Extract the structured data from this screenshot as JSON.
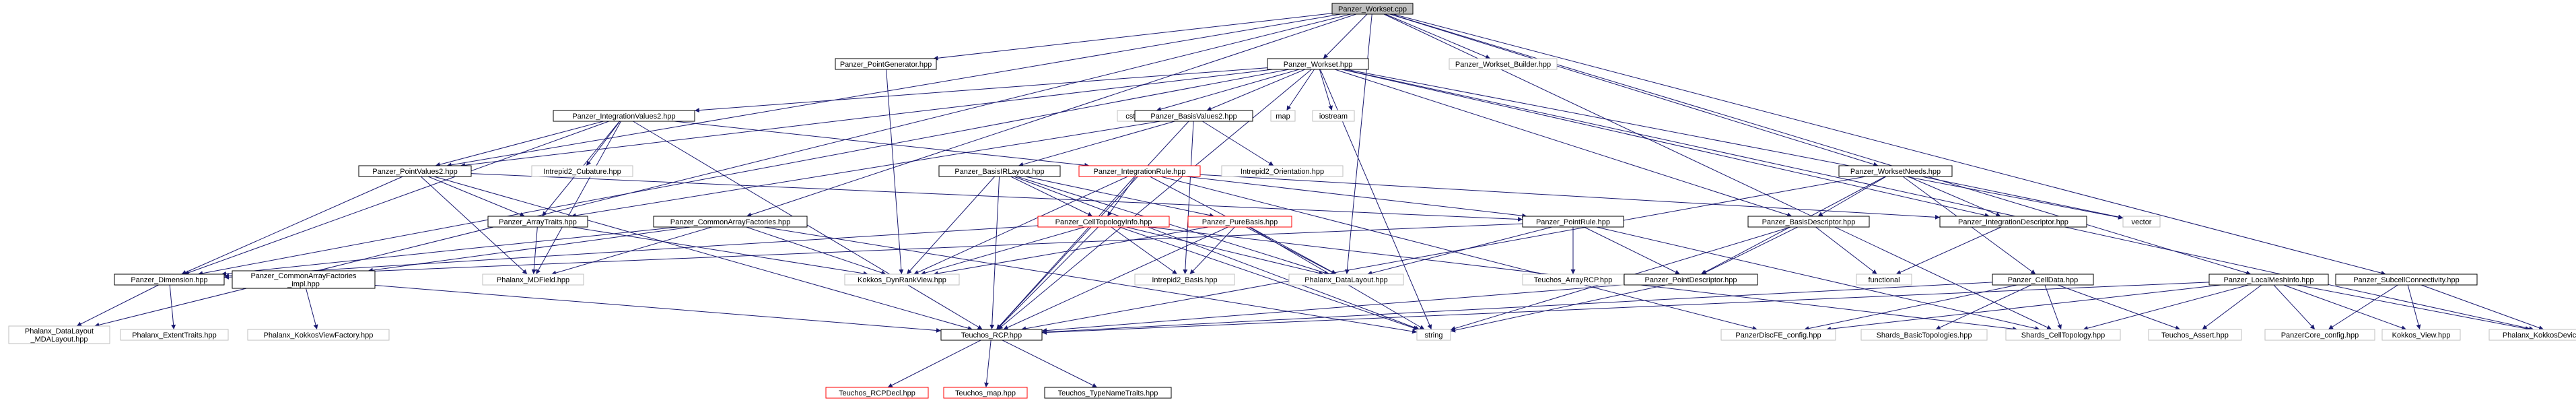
{
  "colors": {
    "root_fill": "#bfbfbf",
    "node_fill": "#ffffff",
    "node_border": "#000000",
    "ext_border": "#bfbfbf",
    "incomplete_border": "#ff0000",
    "edge": "#191970",
    "text": "#000000"
  },
  "nodes": [
    {
      "id": "root",
      "label": "Panzer_Workset.cpp",
      "kind": "root"
    },
    {
      "id": "pointgen",
      "label": "Panzer_PointGenerator.hpp",
      "kind": "node"
    },
    {
      "id": "wsbuilder",
      "label": "Panzer_Workset_Builder.hpp",
      "kind": "ext"
    },
    {
      "id": "workset",
      "label": "Panzer_Workset.hpp",
      "kind": "node"
    },
    {
      "id": "intvalues2",
      "label": "Panzer_IntegrationValues2.hpp",
      "kind": "node"
    },
    {
      "id": "cstddef",
      "label": "cstddef",
      "kind": "ext"
    },
    {
      "id": "basisvalues2",
      "label": "Panzer_BasisValues2.hpp",
      "kind": "node"
    },
    {
      "id": "map",
      "label": "map",
      "kind": "ext"
    },
    {
      "id": "iostream",
      "label": "iostream",
      "kind": "ext"
    },
    {
      "id": "pointvalues2",
      "label": "Panzer_PointValues2.hpp",
      "kind": "node"
    },
    {
      "id": "intrepidcub",
      "label": "Intrepid2_Cubature.hpp",
      "kind": "ext"
    },
    {
      "id": "basisirlayout",
      "label": "Panzer_BasisIRLayout.hpp",
      "kind": "node"
    },
    {
      "id": "intrule",
      "label": "Panzer_IntegrationRule.hpp",
      "kind": "incomplete"
    },
    {
      "id": "intrepidorient",
      "label": "Intrepid2_Orientation.hpp",
      "kind": "ext"
    },
    {
      "id": "worksetneeds",
      "label": "Panzer_WorksetNeeds.hpp",
      "kind": "node"
    },
    {
      "id": "arraytraits",
      "label": "Panzer_ArrayTraits.hpp",
      "kind": "node"
    },
    {
      "id": "commonarray",
      "label": "Panzer_CommonArrayFactories.hpp",
      "kind": "node"
    },
    {
      "id": "celltopo",
      "label": "Panzer_CellTopologyInfo.hpp",
      "kind": "incomplete"
    },
    {
      "id": "purebasis",
      "label": "Panzer_PureBasis.hpp",
      "kind": "incomplete"
    },
    {
      "id": "pointrule",
      "label": "Panzer_PointRule.hpp",
      "kind": "node"
    },
    {
      "id": "basisdesc",
      "label": "Panzer_BasisDescriptor.hpp",
      "kind": "node"
    },
    {
      "id": "intdesc",
      "label": "Panzer_IntegrationDescriptor.hpp",
      "kind": "node"
    },
    {
      "id": "vector",
      "label": "vector",
      "kind": "ext"
    },
    {
      "id": "dimension",
      "label": "Panzer_Dimension.hpp",
      "kind": "node"
    },
    {
      "id": "commonimpl",
      "label": "Panzer_CommonArrayFactories_impl.hpp",
      "kind": "node",
      "multiline": true
    },
    {
      "id": "mdfield",
      "label": "Phalanx_MDField.hpp",
      "kind": "ext"
    },
    {
      "id": "kokkosdrv",
      "label": "Kokkos_DynRankView.hpp",
      "kind": "ext"
    },
    {
      "id": "intrepidbasis",
      "label": "Intrepid2_Basis.hpp",
      "kind": "ext"
    },
    {
      "id": "phxdatalayout",
      "label": "Phalanx_DataLayout.hpp",
      "kind": "ext"
    },
    {
      "id": "teuchosarrayrcp",
      "label": "Teuchos_ArrayRCP.hpp",
      "kind": "ext"
    },
    {
      "id": "pointdesc",
      "label": "Panzer_PointDescriptor.hpp",
      "kind": "node"
    },
    {
      "id": "functional",
      "label": "functional",
      "kind": "ext"
    },
    {
      "id": "celldata",
      "label": "Panzer_CellData.hpp",
      "kind": "node"
    },
    {
      "id": "localmesh",
      "label": "Panzer_LocalMeshInfo.hpp",
      "kind": "node"
    },
    {
      "id": "subcell",
      "label": "Panzer_SubcellConnectivity.hpp",
      "kind": "node"
    },
    {
      "id": "phxdlmdl",
      "label": "Phalanx_DataLayout_MDALayout.hpp",
      "kind": "ext",
      "multiline": true
    },
    {
      "id": "extenttraits",
      "label": "Phalanx_ExtentTraits.hpp",
      "kind": "ext"
    },
    {
      "id": "kokkosviewfactory",
      "label": "Phalanx_KokkosViewFactory.hpp",
      "kind": "ext"
    },
    {
      "id": "teuchosrcp",
      "label": "Teuchos_RCP.hpp",
      "kind": "node"
    },
    {
      "id": "string",
      "label": "string",
      "kind": "ext"
    },
    {
      "id": "discfe",
      "label": "PanzerDiscFE_config.hpp",
      "kind": "ext"
    },
    {
      "id": "shardsbasic",
      "label": "Shards_BasicTopologies.hpp",
      "kind": "ext"
    },
    {
      "id": "shardscell",
      "label": "Shards_CellTopology.hpp",
      "kind": "ext"
    },
    {
      "id": "teuchosassert",
      "label": "Teuchos_Assert.hpp",
      "kind": "ext"
    },
    {
      "id": "panzercore",
      "label": "PanzerCore_config.hpp",
      "kind": "ext"
    },
    {
      "id": "kokkosview",
      "label": "Kokkos_View.hpp",
      "kind": "ext"
    },
    {
      "id": "phxkokkosdev",
      "label": "Phalanx_KokkosDeviceTypes.hpp",
      "kind": "ext"
    },
    {
      "id": "rcpdecl",
      "label": "Teuchos_RCPDecl.hpp",
      "kind": "incomplete"
    },
    {
      "id": "teuchosmap",
      "label": "Teuchos_map.hpp",
      "kind": "incomplete"
    },
    {
      "id": "typenametraits",
      "label": "Teuchos_TypeNameTraits.hpp",
      "kind": "node"
    }
  ],
  "edges": [
    [
      "root",
      "pointgen"
    ],
    [
      "root",
      "wsbuilder"
    ],
    [
      "root",
      "workset"
    ],
    [
      "root",
      "pointvalues2"
    ],
    [
      "root",
      "commonarray"
    ],
    [
      "root",
      "worksetneeds"
    ],
    [
      "root",
      "phxdatalayout"
    ],
    [
      "root",
      "localmesh"
    ],
    [
      "root",
      "subcell"
    ],
    [
      "root",
      "phxdlmdl"
    ],
    [
      "root",
      "shardscell"
    ],
    [
      "pointgen",
      "kokkosdrv"
    ],
    [
      "workset",
      "intvalues2"
    ],
    [
      "workset",
      "cstddef"
    ],
    [
      "workset",
      "basisvalues2"
    ],
    [
      "workset",
      "map"
    ],
    [
      "workset",
      "iostream"
    ],
    [
      "workset",
      "pointvalues2"
    ],
    [
      "workset",
      "dimension"
    ],
    [
      "workset",
      "vector"
    ],
    [
      "workset",
      "string"
    ],
    [
      "workset",
      "basisdesc"
    ],
    [
      "workset",
      "intdesc"
    ],
    [
      "workset",
      "phxkokkosdev"
    ],
    [
      "workset",
      "teuchosrcp"
    ],
    [
      "intvalues2",
      "intrepidcub"
    ],
    [
      "intvalues2",
      "pointvalues2"
    ],
    [
      "intvalues2",
      "arraytraits"
    ],
    [
      "intvalues2",
      "intrule"
    ],
    [
      "intvalues2",
      "dimension"
    ],
    [
      "intvalues2",
      "teuchosrcp"
    ],
    [
      "intvalues2",
      "mdfield"
    ],
    [
      "basisvalues2",
      "basisirlayout"
    ],
    [
      "basisvalues2",
      "intrepidorient"
    ],
    [
      "basisvalues2",
      "arraytraits"
    ],
    [
      "basisvalues2",
      "intrepidbasis"
    ],
    [
      "basisvalues2",
      "teuchosrcp"
    ],
    [
      "pointvalues2",
      "pointrule"
    ],
    [
      "pointvalues2",
      "arraytraits"
    ],
    [
      "pointvalues2",
      "dimension"
    ],
    [
      "pointvalues2",
      "teuchosrcp"
    ],
    [
      "pointvalues2",
      "mdfield"
    ],
    [
      "basisirlayout",
      "purebasis"
    ],
    [
      "basisirlayout",
      "celltopo"
    ],
    [
      "basisirlayout",
      "string"
    ],
    [
      "basisirlayout",
      "kokkosdrv"
    ],
    [
      "basisirlayout",
      "phxdatalayout"
    ],
    [
      "basisirlayout",
      "teuchosrcp"
    ],
    [
      "intrule",
      "pointrule"
    ],
    [
      "intrule",
      "intdesc"
    ],
    [
      "intrule",
      "teuchosrcp"
    ],
    [
      "intrule",
      "celltopo"
    ],
    [
      "intrule",
      "kokkosdrv"
    ],
    [
      "intrule",
      "discfe"
    ],
    [
      "intrule",
      "phxdatalayout"
    ],
    [
      "worksetneeds",
      "basisdesc"
    ],
    [
      "worksetneeds",
      "intdesc"
    ],
    [
      "worksetneeds",
      "pointdesc"
    ],
    [
      "worksetneeds",
      "celldata"
    ],
    [
      "worksetneeds",
      "vector"
    ],
    [
      "worksetneeds",
      "teuchosrcp"
    ],
    [
      "arraytraits",
      "mdfield"
    ],
    [
      "arraytraits",
      "kokkosdrv"
    ],
    [
      "commonarray",
      "commonimpl"
    ],
    [
      "commonarray",
      "dimension"
    ],
    [
      "commonarray",
      "mdfield"
    ],
    [
      "commonarray",
      "kokkosdrv"
    ],
    [
      "commonarray",
      "string"
    ],
    [
      "celltopo",
      "dimension"
    ],
    [
      "celltopo",
      "kokkosdrv"
    ],
    [
      "celltopo",
      "intrepidbasis"
    ],
    [
      "celltopo",
      "phxdatalayout"
    ],
    [
      "celltopo",
      "teuchosrcp"
    ],
    [
      "celltopo",
      "string"
    ],
    [
      "celltopo",
      "shardscell"
    ],
    [
      "purebasis",
      "intrepidbasis"
    ],
    [
      "purebasis",
      "phxdatalayout"
    ],
    [
      "purebasis",
      "kokkosdrv"
    ],
    [
      "purebasis",
      "teuchosrcp"
    ],
    [
      "purebasis",
      "string"
    ],
    [
      "pointrule",
      "teuchosarrayrcp"
    ],
    [
      "pointrule",
      "pointdesc"
    ],
    [
      "pointrule",
      "phxdatalayout"
    ],
    [
      "pointrule",
      "dimension"
    ],
    [
      "pointrule",
      "shardscell"
    ],
    [
      "basisdesc",
      "pointdesc"
    ],
    [
      "basisdesc",
      "functional"
    ],
    [
      "basisdesc",
      "string"
    ],
    [
      "intdesc",
      "functional"
    ],
    [
      "dimension",
      "extenttraits"
    ],
    [
      "dimension",
      "phxdlmdl"
    ],
    [
      "commonimpl",
      "kokkosviewfactory"
    ],
    [
      "commonimpl",
      "teuchosrcp"
    ],
    [
      "pointdesc",
      "teuchosrcp"
    ],
    [
      "pointdesc",
      "string"
    ],
    [
      "celldata",
      "shardsbasic"
    ],
    [
      "celldata",
      "shardscell"
    ],
    [
      "celldata",
      "discfe"
    ],
    [
      "celldata",
      "teuchosassert"
    ],
    [
      "celldata",
      "teuchosrcp"
    ],
    [
      "localmesh",
      "teuchosrcp"
    ],
    [
      "localmesh",
      "discfe"
    ],
    [
      "localmesh",
      "shardscell"
    ],
    [
      "localmesh",
      "teuchosassert"
    ],
    [
      "localmesh",
      "panzercore"
    ],
    [
      "localmesh",
      "kokkosview"
    ],
    [
      "localmesh",
      "phxkokkosdev"
    ],
    [
      "subcell",
      "panzercore"
    ],
    [
      "subcell",
      "kokkosview"
    ],
    [
      "subcell",
      "phxkokkosdev"
    ],
    [
      "teuchosrcp",
      "rcpdecl"
    ],
    [
      "teuchosrcp",
      "teuchosmap"
    ],
    [
      "teuchosrcp",
      "typenametraits"
    ]
  ]
}
